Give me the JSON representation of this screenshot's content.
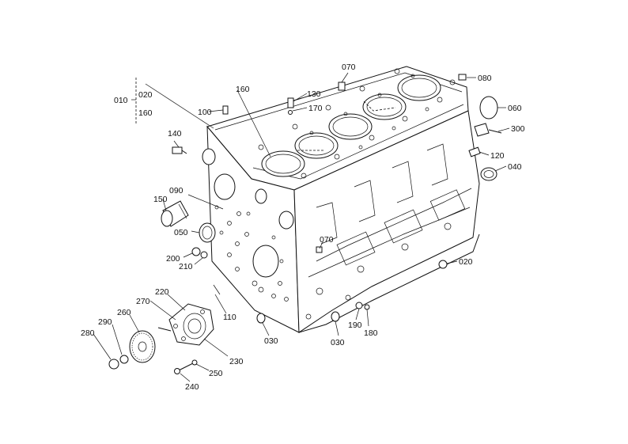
{
  "labels": {
    "l010": "010",
    "l020a": "020",
    "l160a": "160",
    "l100": "100",
    "l160b": "160",
    "l130": "130",
    "l170": "170",
    "l070a": "070",
    "l080": "080",
    "l060": "060",
    "l300": "300",
    "l120": "120",
    "l040": "040",
    "l140": "140",
    "l090": "090",
    "l150": "150",
    "l050": "050",
    "l070b": "070",
    "l020b": "020",
    "l200": "200",
    "l210": "210",
    "l220": "220",
    "l270": "270",
    "l260": "260",
    "l290": "290",
    "l280": "280",
    "l110": "110",
    "l230": "230",
    "l250": "250",
    "l240": "240",
    "l030a": "030",
    "l030b": "030",
    "l190": "190",
    "l180": "180"
  }
}
